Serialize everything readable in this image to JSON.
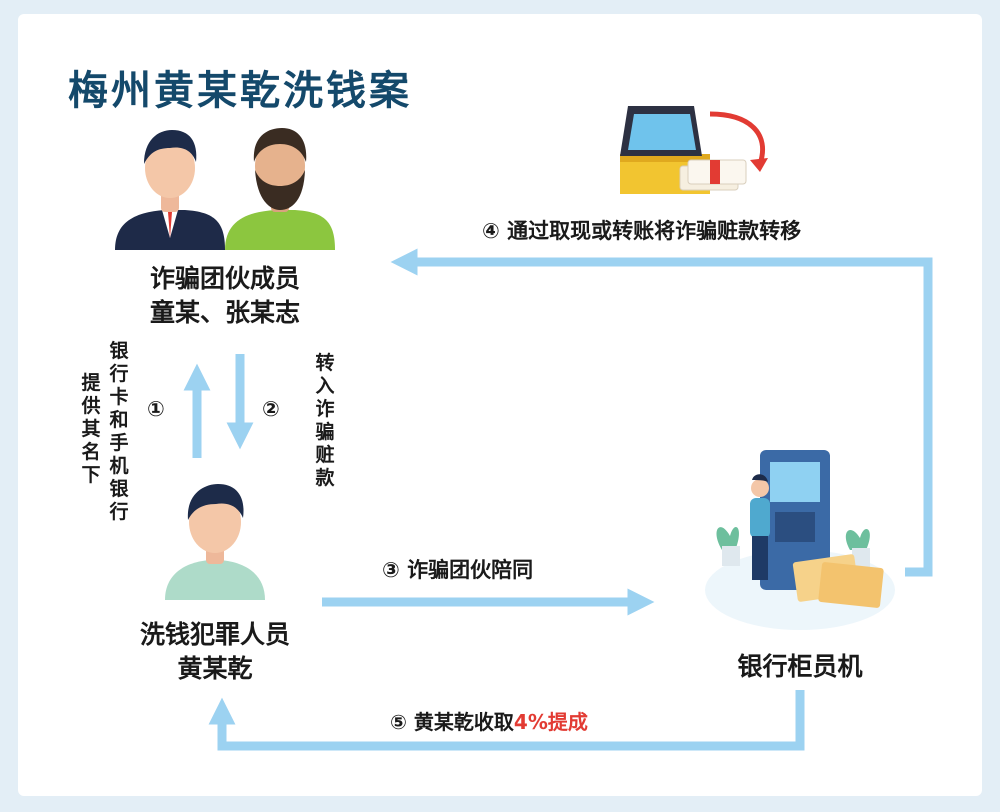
{
  "title": "梅州黄某乾洗钱案",
  "nodes": {
    "gang": {
      "line1": "诈骗团伙成员",
      "line2": "童某、张某志"
    },
    "launderer": {
      "line1": "洗钱犯罪人员",
      "line2": "黄某乾"
    },
    "atm": {
      "label": "银行柜员机"
    }
  },
  "edges": {
    "e1": {
      "num": "①",
      "col1": "银行卡和手机银行",
      "col2": "提供其名下"
    },
    "e2": {
      "num": "②",
      "text": "转入诈骗赃款"
    },
    "e3": {
      "num": "③",
      "text": "诈骗团伙陪同"
    },
    "e4": {
      "num": "④",
      "text": "通过取现或转账将诈骗赃款转移"
    },
    "e5": {
      "num": "⑤",
      "text": "黄某乾收取",
      "highlight": "4%提成"
    }
  },
  "colors": {
    "title": "#14496b",
    "arrow": "#9cd2f1",
    "accent": "#e23b33"
  }
}
